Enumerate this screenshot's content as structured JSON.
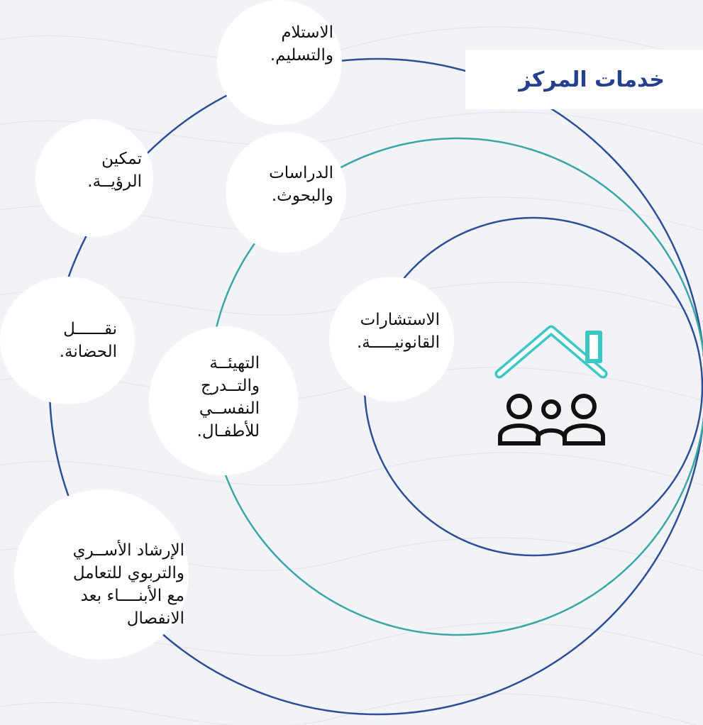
{
  "title": "خدمات المركز",
  "colors": {
    "background": "#f2f3f7",
    "outer_ring": "#2c4f98",
    "middle_ring": "#3aa6a6",
    "inner_ring": "#2c4f98",
    "title_text": "#243f8f",
    "icon_roof": "#3cc7c7",
    "icon_people": "#111111"
  },
  "icon": "home-family-icon",
  "services": [
    {
      "id": "legal-consultations",
      "label": "الاستشارات\nالقانونيـــــة."
    },
    {
      "id": "studies-research",
      "label": "الدراسات\nوالبحوث."
    },
    {
      "id": "receipt-delivery",
      "label": "الاستلام\nوالتسليم."
    },
    {
      "id": "visitation",
      "label": "تمكين\nالرؤيــة."
    },
    {
      "id": "child-preparation",
      "label": "التهيئــة\nوالتــدرج\nالنفســي\nللأطفـال."
    },
    {
      "id": "custody-transfer",
      "label": "نقــــــل\nالحضانة."
    },
    {
      "id": "family-counseling",
      "label": "الإرشاد الأســري\nوالتربوي للتعامل\nمع الأبنــــاء بعد\nالانفصال"
    }
  ]
}
